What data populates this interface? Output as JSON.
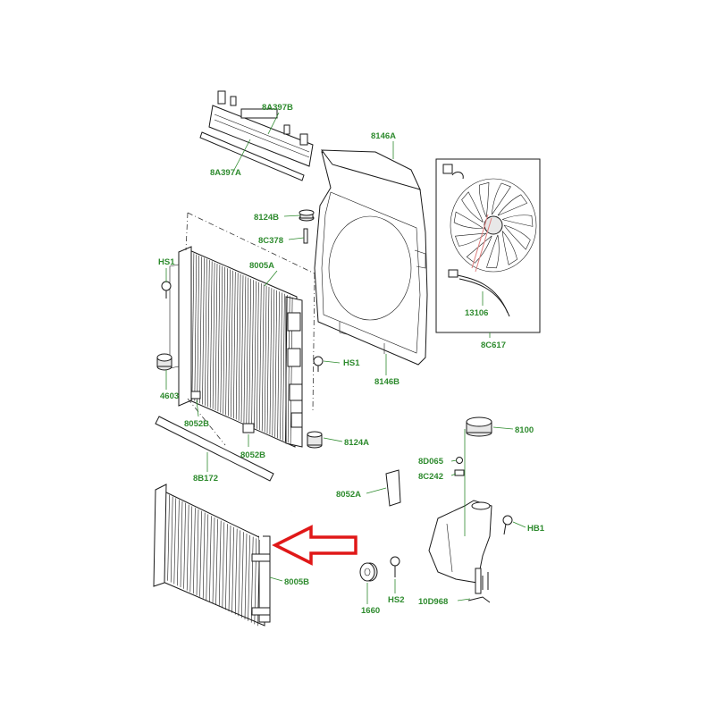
{
  "colors": {
    "label": "#2e8b2e",
    "leader": "#2e8b2e",
    "line": "#1a1a1a",
    "arrow": "#e01818"
  },
  "labels": {
    "l_8a397b": "8A397B",
    "l_8a397a": "8A397A",
    "l_8146a": "8146A",
    "l_8124b": "8124B",
    "l_8c378": "8C378",
    "l_8005a": "8005A",
    "l_hs1_left": "HS1",
    "l_hs1_right": "HS1",
    "l_4603": "4603",
    "l_8052b_top": "8052B",
    "l_8052b_bottom": "8052B",
    "l_8146b": "8146B",
    "l_8124a": "8124A",
    "l_8b172": "8B172",
    "l_13106": "13106",
    "l_8c617": "8C617",
    "l_8100": "8100",
    "l_8d065": "8D065",
    "l_8c242": "8C242",
    "l_8052a": "8052A",
    "l_hb1": "HB1",
    "l_8005b": "8005B",
    "l_1660": "1660",
    "l_hs2": "HS2",
    "l_10d968": "10D968"
  },
  "arrow_icon": "left-arrow-icon"
}
